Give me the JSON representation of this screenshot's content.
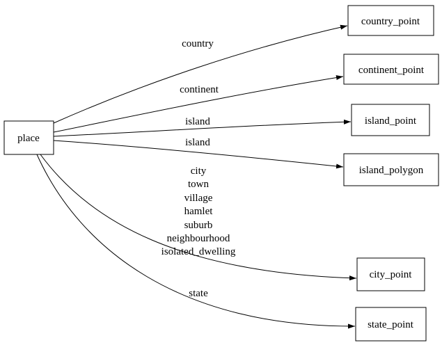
{
  "diagram": {
    "type": "directed-graph",
    "background_color": "#ffffff",
    "line_color": "#000000",
    "node_fill_color": "#ffffff",
    "nodes": [
      {
        "id": "place",
        "label": "place"
      },
      {
        "id": "country_point",
        "label": "country_point"
      },
      {
        "id": "continent_point",
        "label": "continent_point"
      },
      {
        "id": "island_point",
        "label": "island_point"
      },
      {
        "id": "island_polygon",
        "label": "island_polygon"
      },
      {
        "id": "city_point",
        "label": "city_point"
      },
      {
        "id": "state_point",
        "label": "state_point"
      }
    ],
    "edges": [
      {
        "from": "place",
        "to": "country_point",
        "label": "country"
      },
      {
        "from": "place",
        "to": "continent_point",
        "label": "continent"
      },
      {
        "from": "place",
        "to": "island_point",
        "label": "island"
      },
      {
        "from": "place",
        "to": "island_polygon",
        "label": "island"
      },
      {
        "from": "place",
        "to": "city_point",
        "label_lines": [
          "city",
          "town",
          "village",
          "hamlet",
          "suburb",
          "neighbourhood",
          "isolated_dwelling"
        ]
      },
      {
        "from": "place",
        "to": "state_point",
        "label": "state"
      }
    ]
  }
}
